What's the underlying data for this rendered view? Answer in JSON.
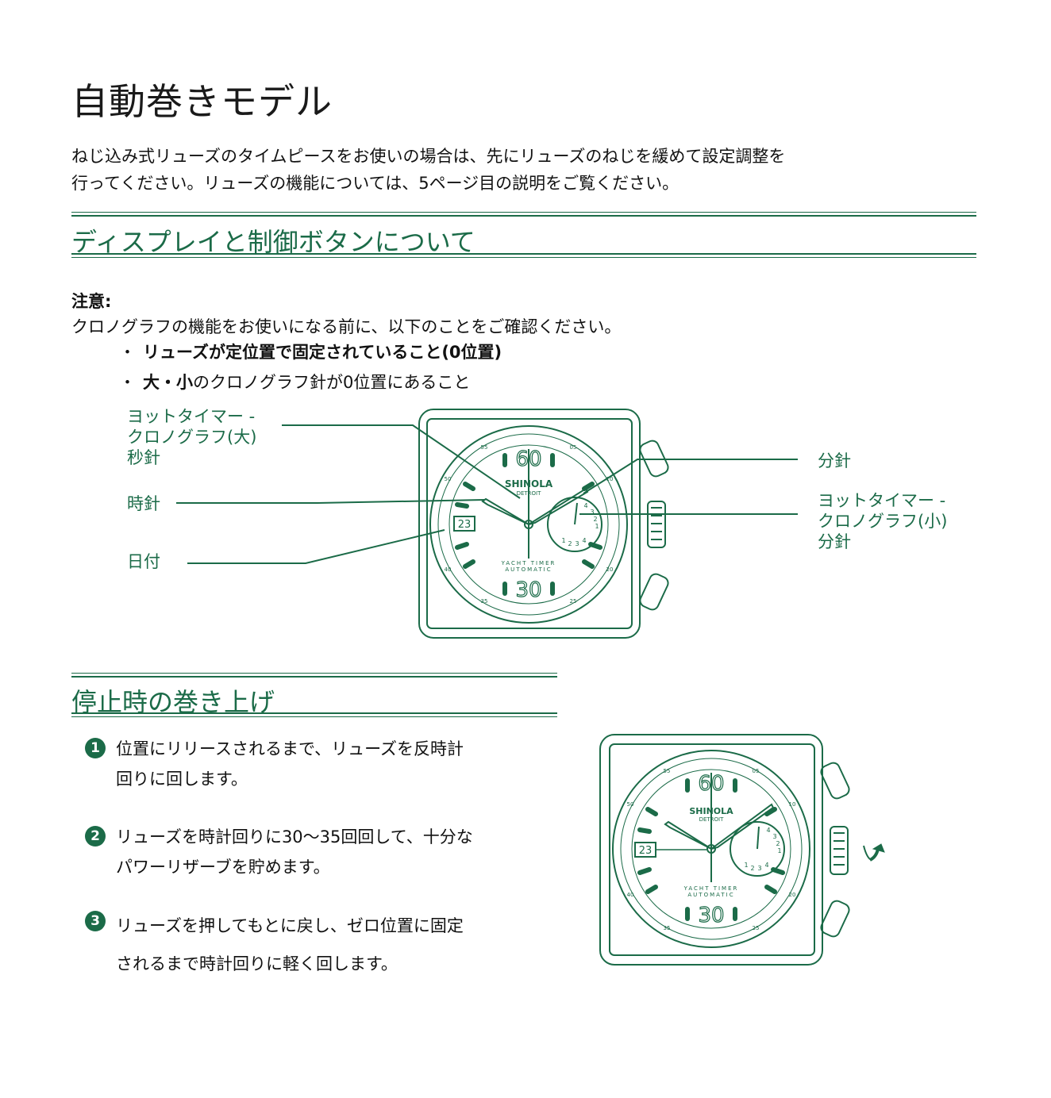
{
  "page": {
    "title": "自動巻きモデル",
    "intro": [
      "ねじ込み式リューズのタイムピースをお使いの場合は、先にリューズのねじを緩めて設定調整を",
      "行ってください。リューズの機能については、5ページ目の説明をご覧ください。"
    ]
  },
  "display_section": {
    "heading": "ディスプレイと制御ボタンについて",
    "note_label": "注意:",
    "note_text": "クロノグラフの機能をお使いになる前に、以下のことをご確認ください。",
    "bullets": [
      {
        "dot": "・",
        "bold": "リューズが定位置で固定されていること(0位置)",
        "rest": ""
      },
      {
        "dot": "・",
        "bold": "大・小",
        "rest": "のクロノグラフ針が0位置にあること"
      }
    ],
    "callouts": {
      "yacht_big": [
        "ヨットタイマー -",
        "クロノグラフ(大)",
        "秒針"
      ],
      "hour": "時針",
      "date": "日付",
      "minute": "分針",
      "yacht_small": [
        "ヨットタイマー -",
        "クロノグラフ(小)",
        "分針"
      ]
    }
  },
  "watch": {
    "brand": "SHINOLA",
    "city": "DETROIT",
    "model_line1": "YACHT TIMER",
    "model_line2": "AUTOMATIC",
    "numeral_top": "60",
    "numeral_bottom": "30",
    "date": "23",
    "minute_ticks": [
      "55",
      "05",
      "50",
      "10",
      "40",
      "20",
      "35",
      "25"
    ],
    "sub_dial_numbers": [
      "4",
      "3",
      "2",
      "1",
      "1",
      "2",
      "3",
      "4"
    ],
    "color": "#1b6b48"
  },
  "winding_section": {
    "heading": "停止時の巻き上げ",
    "steps": [
      {
        "number": "1",
        "lines": [
          " 位置にリリースされるまで、リューズを反時計",
          "回りに回します。"
        ]
      },
      {
        "number": "2",
        "lines": [
          "リューズを時計回りに30〜35回回して、十分な",
          "パワーリザーブを貯めます。"
        ]
      },
      {
        "number": "3",
        "lines": [
          "リューズを押してもとに戻し、ゼロ位置に固定",
          "されるまで時計回りに軽く回します。"
        ]
      }
    ]
  }
}
